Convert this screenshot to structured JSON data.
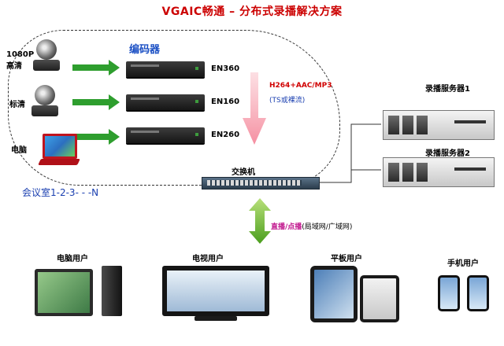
{
  "title": "VGAIC畅通 – 分布式录播解决方案",
  "sources": [
    {
      "label": "1080P\n高清",
      "device": "ptz-camera"
    },
    {
      "label": "标清",
      "device": "ptz-camera"
    },
    {
      "label": "电脑",
      "device": "laptop"
    }
  ],
  "encoder_group": {
    "title": "编码器",
    "models": [
      "EN360",
      "EN160",
      "EN260"
    ]
  },
  "stream_note": {
    "codec": "H264+AAC/MP3",
    "transport": "(TS或裸流)"
  },
  "room_label": "会议室1-2-3- - -N",
  "switch_label": "交换机",
  "servers": [
    "录播服务器1",
    "录播服务器2"
  ],
  "distribution": {
    "mode_label": "直播/点播",
    "network_label": "(局域网/广域网)"
  },
  "clients": [
    "电脑用户",
    "电视用户",
    "平板用户",
    "手机用户"
  ],
  "colors": {
    "title": "#cc0000",
    "encoder_title": "#1a4fc4",
    "arrow": "#2e9e2e",
    "stream_arrow": "#f7a3b0",
    "mode": "#c0148c"
  },
  "icons": [
    "ptz-camera-icon",
    "laptop-icon",
    "encoder-icon",
    "server-icon",
    "switch-icon",
    "pc-icon",
    "tv-icon",
    "tablet-icon",
    "phone-icon"
  ]
}
